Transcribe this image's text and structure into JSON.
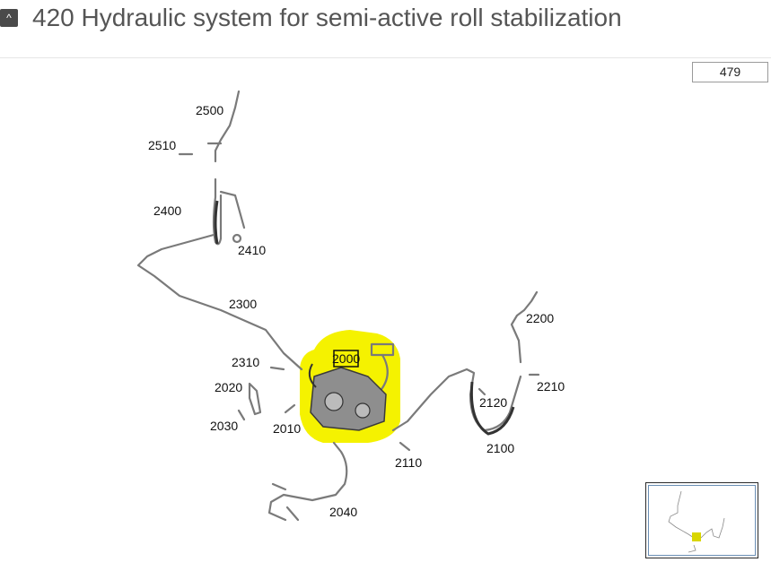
{
  "header": {
    "collapse_icon": "chevron-up-icon",
    "collapse_glyph": "^",
    "title": "420 Hydraulic system for semi-active roll stabilization"
  },
  "page_number": "479",
  "diagram": {
    "highlight_color": "#f5f200",
    "selected_part": "2000",
    "parts": {
      "p2000": "2000",
      "p2010": "2010",
      "p2020": "2020",
      "p2030": "2030",
      "p2040": "2040",
      "p2100": "2100",
      "p2110": "2110",
      "p2120": "2120",
      "p2200": "2200",
      "p2210": "2210",
      "p2300": "2300",
      "p2310": "2310",
      "p2400": "2400",
      "p2410": "2410",
      "p2500": "2500",
      "p2510": "2510"
    }
  },
  "minimap": {
    "icon": "overview-thumbnail"
  }
}
